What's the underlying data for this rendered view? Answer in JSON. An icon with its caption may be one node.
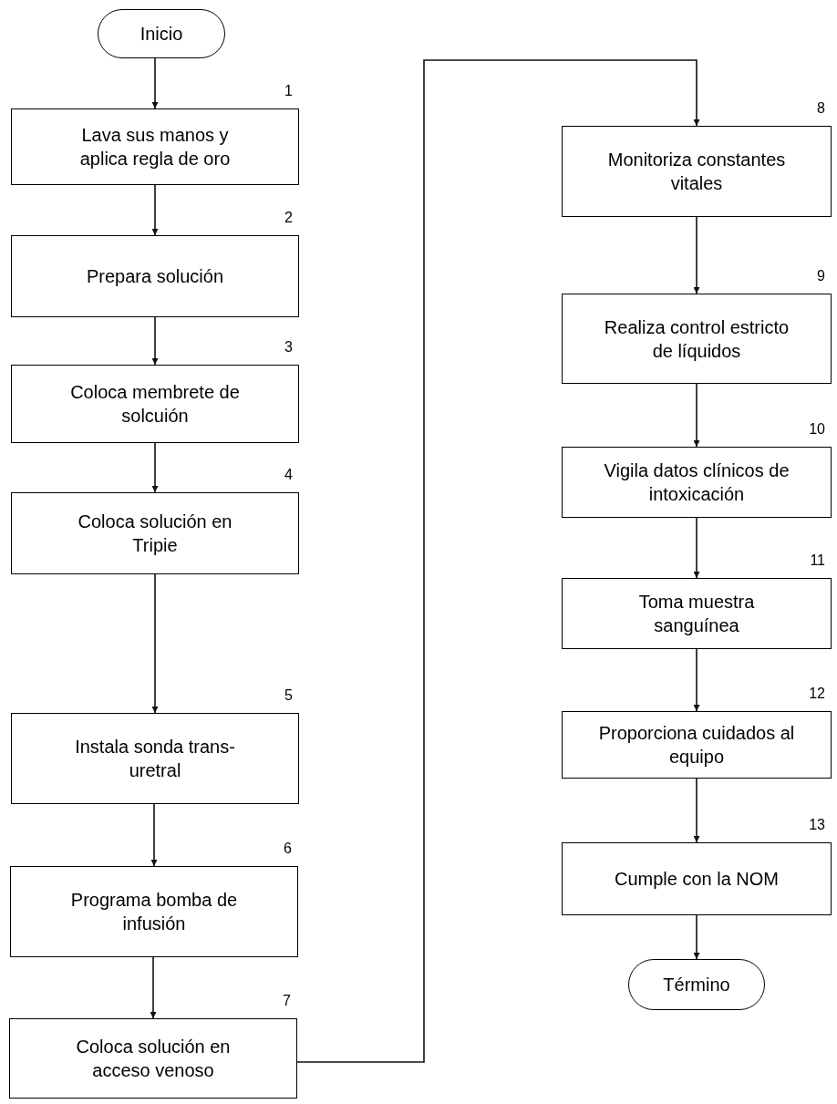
{
  "diagram": {
    "nodes": [
      {
        "text": [
          "Inicio"
        ]
      },
      {
        "text": [
          "Lava sus manos y aplica regla de oro"
        ],
        "beside": [
          "1"
        ]
      },
      {
        "text": [
          "Prepara solución"
        ],
        "beside": [
          "2"
        ]
      },
      {
        "text": [
          "Coloca membrete de solcuión"
        ],
        "beside": [
          "3"
        ]
      },
      {
        "text": [
          "Coloca solución en Tripie"
        ],
        "beside": [
          "4"
        ]
      },
      {
        "text": [
          "Instala sonda trans- uretral"
        ],
        "beside": [
          "5"
        ]
      },
      {
        "text": [
          "Programa bomba de infusión"
        ],
        "beside": [
          "6"
        ]
      },
      {
        "text": [
          "Coloca solución en acceso venoso"
        ],
        "beside": [
          "7"
        ]
      },
      {
        "text": [
          "Monitoriza constantes vitales"
        ],
        "beside": [
          "8"
        ]
      },
      {
        "text": [
          "Realiza control estricto de líquidos"
        ],
        "beside": [
          "9"
        ]
      },
      {
        "text": [
          "Vigila datos clínicos de intoxicación"
        ],
        "beside": [
          "10"
        ]
      },
      {
        "text": [
          "Toma muestra sanguínea"
        ],
        "beside": [
          "11"
        ]
      },
      {
        "text": [
          "Proporciona cuidados al equipo"
        ],
        "beside": [
          "12"
        ]
      },
      {
        "text": [
          "Cumple con la NOM"
        ],
        "beside": [
          "13"
        ]
      },
      {
        "text": [
          "Término"
        ]
      }
    ],
    "edges": [
      {
        "from": 0,
        "to": 1,
        "arrow": "to"
      },
      {
        "from": 1,
        "to": 2,
        "arrow": "to"
      },
      {
        "from": 2,
        "to": 3,
        "arrow": "to"
      },
      {
        "from": 3,
        "to": 4,
        "arrow": "to"
      },
      {
        "from": 4,
        "to": 5,
        "arrow": "to"
      },
      {
        "from": 5,
        "to": 6,
        "arrow": "to"
      },
      {
        "from": 6,
        "to": 7,
        "arrow": "to"
      },
      {
        "from": 7,
        "to": 8,
        "arrow": "to"
      },
      {
        "from": 8,
        "to": 9,
        "arrow": "to"
      },
      {
        "from": 9,
        "to": 10,
        "arrow": "to"
      },
      {
        "from": 10,
        "to": 11,
        "arrow": "to"
      },
      {
        "from": 11,
        "to": 12,
        "arrow": "to"
      },
      {
        "from": 12,
        "to": 13,
        "arrow": "to"
      },
      {
        "from": 13,
        "to": 14,
        "arrow": "to"
      }
    ]
  }
}
